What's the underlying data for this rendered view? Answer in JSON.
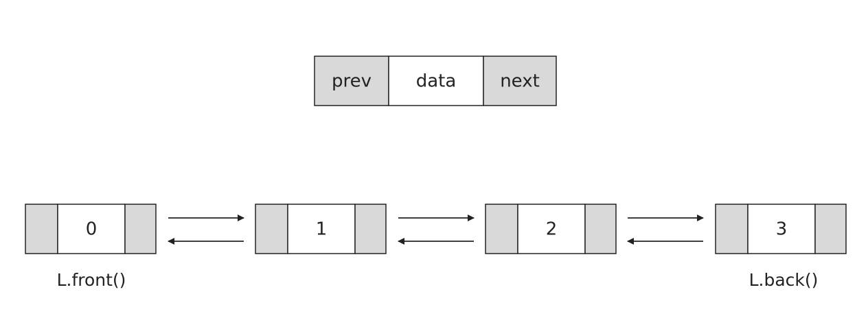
{
  "legend": {
    "fields": [
      "prev",
      "data",
      "next"
    ]
  },
  "nodes": [
    {
      "value": "0"
    },
    {
      "value": "1"
    },
    {
      "value": "2"
    },
    {
      "value": "3"
    }
  ],
  "labels": {
    "front": "L.front()",
    "back": "L.back()"
  },
  "colors": {
    "pointer_fill": "#d9d9d9",
    "data_fill": "#ffffff",
    "stroke": "#222222"
  }
}
